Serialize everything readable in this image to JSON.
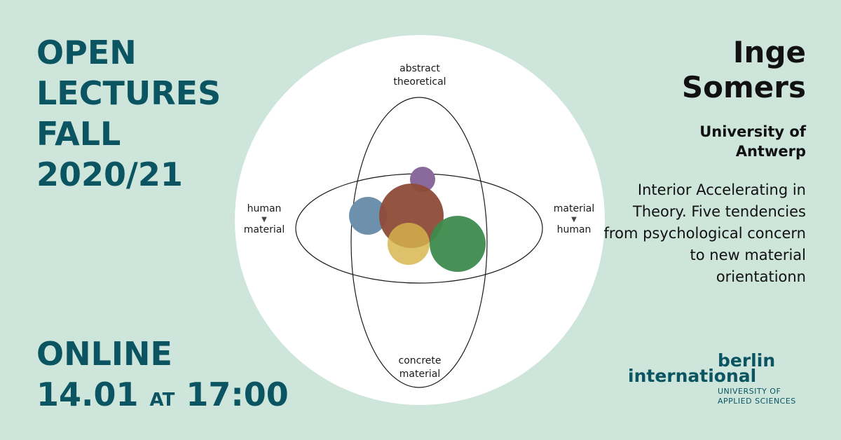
{
  "headline": {
    "line1": "OPEN",
    "line2": "LECTURES",
    "line3": "FALL",
    "line4": "2020/21"
  },
  "schedule": {
    "mode": "ONLINE",
    "date": "14.01",
    "at": "AT",
    "time": "17:00"
  },
  "diagram": {
    "top_label_1": "abstract",
    "top_label_2": "theoretical",
    "bottom_label_1": "concrete",
    "bottom_label_2": "material",
    "left_label_1": "human",
    "left_label_2": "material",
    "right_label_1": "material",
    "right_label_2": "human",
    "arrow_glyph": "▼",
    "circle_colors": {
      "purple": "#8a6a9c",
      "blue": "#6d91ad",
      "brown": "#8e4b38",
      "yellow": "#d6b34a",
      "green": "#3d8a4d"
    }
  },
  "speaker": {
    "first_name": "Inge",
    "last_name": "Somers",
    "affiliation_1": "University of",
    "affiliation_2": "Antwerp"
  },
  "talk": {
    "title": "Interior Accelerating in Theory. Five tendencies from psychological concern to new material orientationn"
  },
  "logo": {
    "berlin": "berlin",
    "international": "international",
    "university_1": "UNIVERSITY OF",
    "university_2": "APPLIED SCIENCES"
  },
  "colors": {
    "background": "#cde5da",
    "brand_teal": "#0b5462"
  }
}
